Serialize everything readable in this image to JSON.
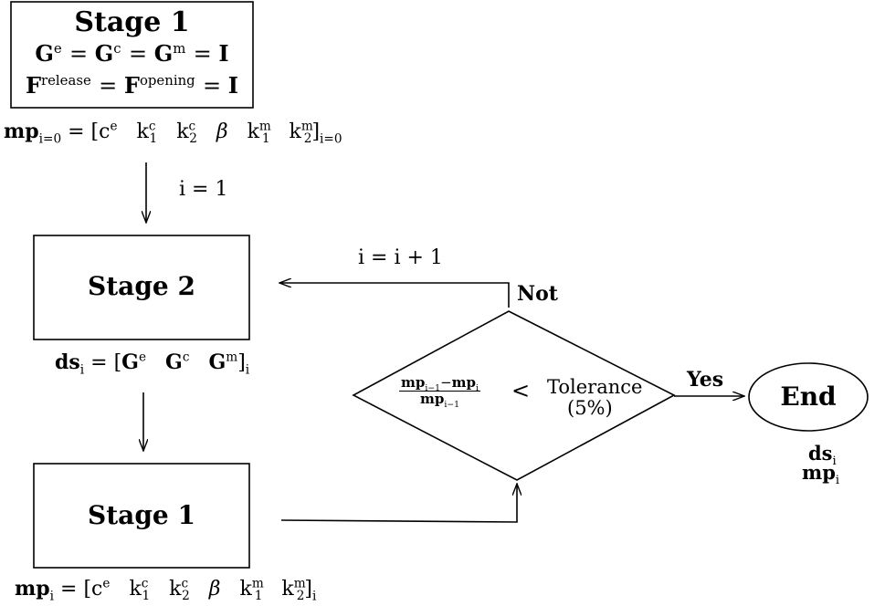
{
  "stage1_top": {
    "title": "Stage 1",
    "eq1": {
      "lhs": "G",
      "lhs_sup": "e",
      "mid1": "G",
      "mid1_sup": "c",
      "mid2": "G",
      "mid2_sup": "m",
      "rhs": "I"
    },
    "eq2": {
      "lhs": "F",
      "lhs_sup": "release",
      "mid": "F",
      "mid_sup": "opening",
      "rhs": "I"
    },
    "mp_label": "mp",
    "mp_sub": "i=0",
    "mp_vector": {
      "c": "c",
      "c_sup": "e",
      "k": "k",
      "k1_sub": "1",
      "k1c_sup": "c",
      "k2_sub": "2",
      "k2c_sup": "c",
      "beta": "β",
      "k1m_sup": "m",
      "k2m_sup": "m",
      "close_sub": "i=0"
    }
  },
  "arrow1_label": "i = 1",
  "stage2": {
    "title": "Stage 2",
    "ds_label": "ds",
    "ds_sub": "i",
    "ds_vector": {
      "g": "G",
      "e": "e",
      "c": "c",
      "m": "m",
      "close_sub": "i"
    }
  },
  "stage1_bottom": {
    "title": "Stage 1",
    "mp_label": "mp",
    "mp_sub": "i"
  },
  "decision": {
    "num_a": "mp",
    "num_a_sub": "i−1",
    "minus": "−",
    "num_b": "mp",
    "num_b_sub": "i",
    "den": "mp",
    "den_sub": "i−1",
    "op": "<",
    "tolerance": "Tolerance",
    "tolerance_value": "(5%)"
  },
  "loop_label": "i = i + 1",
  "not_label": "Not",
  "yes_label": "Yes",
  "end": {
    "title": "End",
    "out1": "ds",
    "out1_sub": "i",
    "out2": "mp",
    "out2_sub": "i"
  }
}
